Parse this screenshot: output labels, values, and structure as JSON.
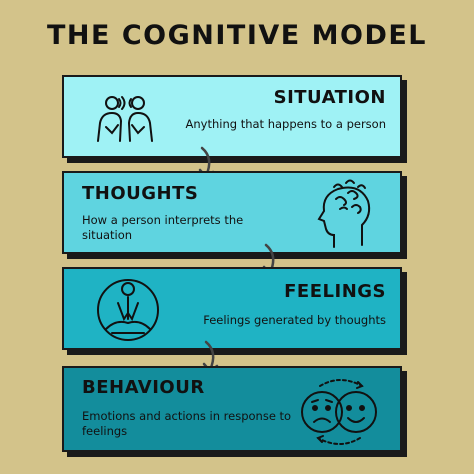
{
  "title": "THE COGNITIVE MODEL",
  "colors": {
    "background": "#d3c38a",
    "situation": "#9ff2f5",
    "thoughts": "#5fd4e0",
    "feelings": "#1fb3c4",
    "behaviour": "#138d9c",
    "border": "#1a1a1a"
  },
  "cards": {
    "situation": {
      "heading": "SITUATION",
      "description": "Anything that happens to a person",
      "icon": "two-people-talking-icon"
    },
    "thoughts": {
      "heading": "THOUGHTS",
      "description": "How a person interprets the situation",
      "icon": "head-thinking-icon"
    },
    "feelings": {
      "heading": "FEELINGS",
      "description": "Feelings generated by thoughts",
      "icon": "meditating-person-icon"
    },
    "behaviour": {
      "heading": "BEHAVIOUR",
      "description": "Emotions and actions in response to feelings",
      "icon": "sad-happy-faces-icon"
    }
  }
}
